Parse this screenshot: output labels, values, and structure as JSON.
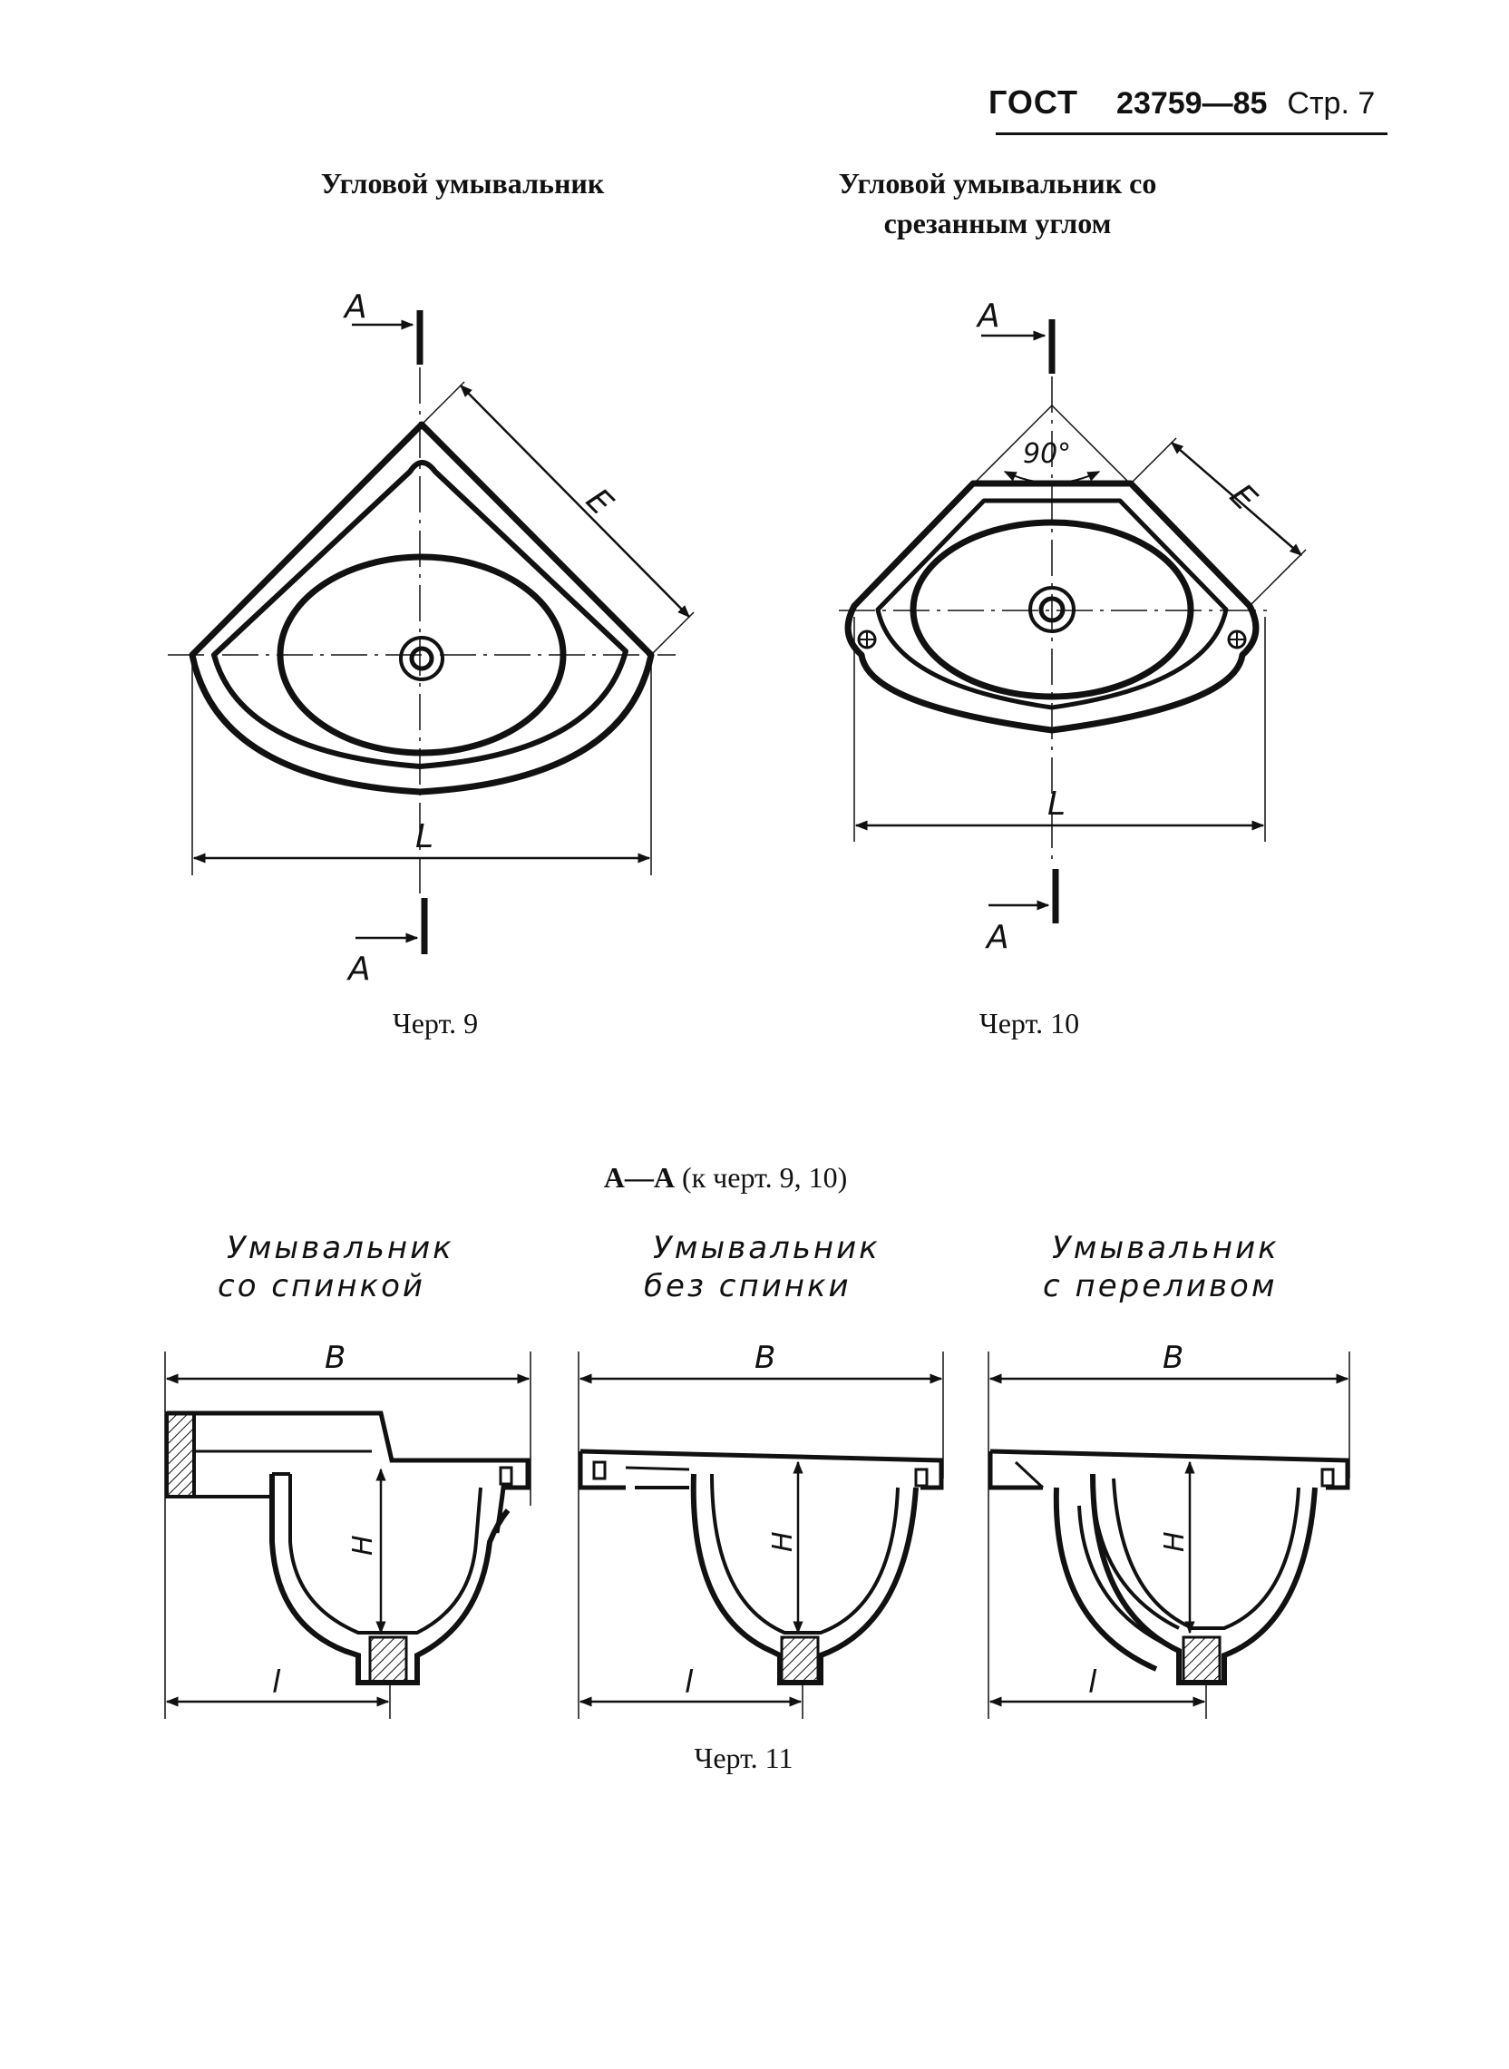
{
  "header": {
    "standard": "ГОСТ",
    "number": "23759—85",
    "page": "Стр. 7"
  },
  "figure9": {
    "title": "Угловой умывальник",
    "caption": "Черт. 9",
    "labels": {
      "section": "A",
      "length": "L",
      "side": "E"
    }
  },
  "figure10": {
    "title_line1": "Угловой умывальник со",
    "title_line2": "срезанным углом",
    "caption": "Черт. 10",
    "labels": {
      "section": "A",
      "length": "L",
      "side": "E",
      "angle": "90°"
    }
  },
  "section": {
    "title_bold": "А—А",
    "title_rest": " (к черт. 9, 10)",
    "caption": "Черт. 11",
    "variants": [
      {
        "line1": "Умывальник",
        "line2": "со спинкой",
        "width_label": "B",
        "height_label": "H",
        "depth_label": "l"
      },
      {
        "line1": "Умывальник",
        "line2": "без спинки",
        "width_label": "B",
        "height_label": "H",
        "depth_label": "l"
      },
      {
        "line1": "Умывальник",
        "line2": "с переливом",
        "width_label": "B",
        "height_label": "H",
        "depth_label": "l"
      }
    ]
  }
}
